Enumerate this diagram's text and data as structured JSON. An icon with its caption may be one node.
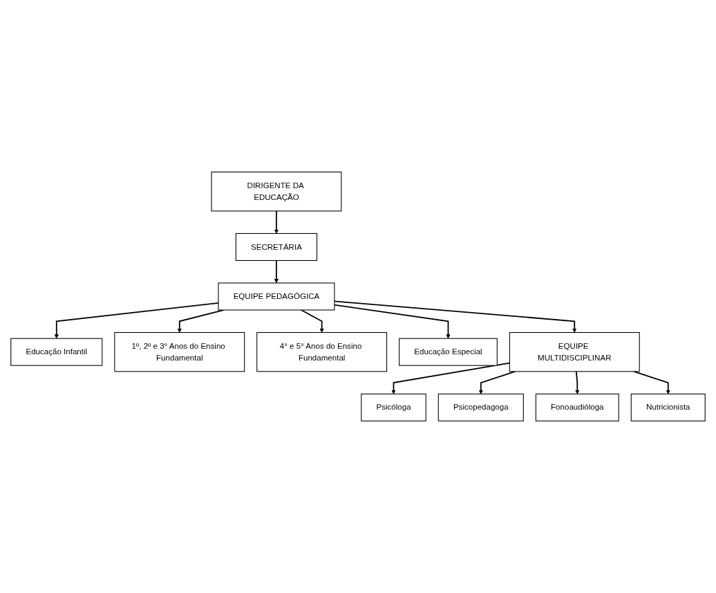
{
  "diagram": {
    "nodes": [
      {
        "text": [
          "DIRIGENTE DA EDUCAÇÃO"
        ]
      },
      {
        "text": [
          "SECRETÁRIA"
        ]
      },
      {
        "text": [
          "EQUIPE PEDAGÓGICA"
        ]
      },
      {
        "text": [
          "Educação Infantil"
        ]
      },
      {
        "text": [
          "1º, 2º e 3° Anos do Ensino Fundamental"
        ]
      },
      {
        "text": [
          "4° e 5° Anos do Ensino Fundamental"
        ]
      },
      {
        "text": [
          "Educação Especial"
        ]
      },
      {
        "text": [
          "EQUIPE MULTIDISCIPLINAR"
        ]
      },
      {
        "text": [
          "Psicóloga"
        ]
      },
      {
        "text": [
          "Psicopedagoga"
        ]
      },
      {
        "text": [
          "Fonoaudióloga"
        ]
      },
      {
        "text": [
          "Nutricionista"
        ]
      }
    ],
    "edges": [
      {
        "from": 0,
        "to": 1,
        "arrow": "to"
      },
      {
        "from": 1,
        "to": 2,
        "arrow": "to"
      },
      {
        "from": 2,
        "to": 3,
        "arrow": "to"
      },
      {
        "from": 2,
        "to": 4,
        "arrow": "to"
      },
      {
        "from": 2,
        "to": 5,
        "arrow": "to"
      },
      {
        "from": 2,
        "to": 6,
        "arrow": "to"
      },
      {
        "from": 2,
        "to": 7,
        "arrow": "to"
      },
      {
        "from": 7,
        "to": 8,
        "arrow": "to"
      },
      {
        "from": 7,
        "to": 9,
        "arrow": "to"
      },
      {
        "from": 7,
        "to": 10,
        "arrow": "to"
      },
      {
        "from": 7,
        "to": 11,
        "arrow": "to"
      }
    ]
  }
}
